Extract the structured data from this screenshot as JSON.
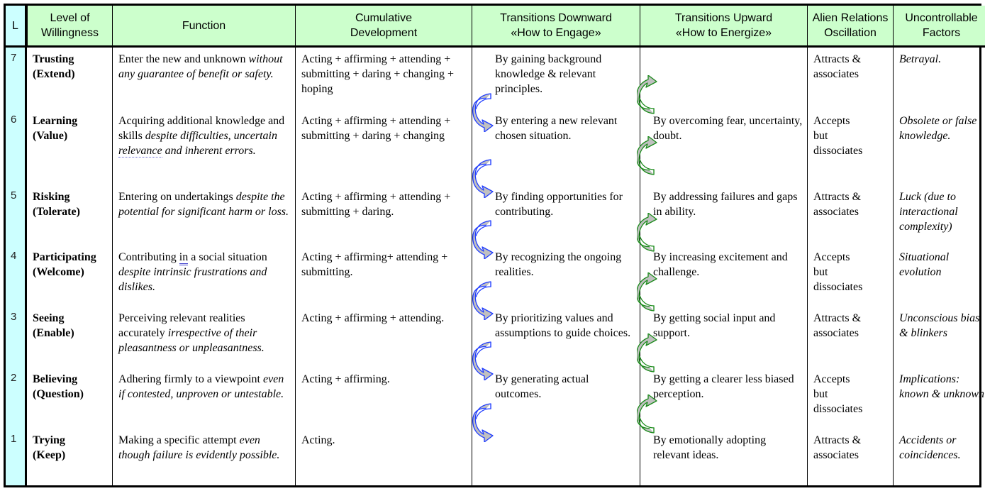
{
  "header": {
    "l": "L",
    "level_line1": "Level of",
    "level_line2": "Willingness",
    "function": "Function",
    "cumulative_line1": "Cumulative",
    "cumulative_line2": "Development",
    "down_line1": "Transitions Downward",
    "down_line2": "«How to Engage»",
    "up_line1": "Transitions Upward",
    "up_line2": "«How to Energize»",
    "alien_line1": "Alien Relations",
    "alien_line2": "Oscillation",
    "uncontrollable_line1": "Uncontrollable",
    "uncontrollable_line2": "Factors"
  },
  "rows": [
    {
      "num": "7",
      "level_line1": "Trusting",
      "level_line2": "(Extend)",
      "function_plain": "Enter the new and unknown",
      "function_italic": "without any guarantee of benefit or safety.",
      "cumulative": "Acting + affirming + attending + submitting + daring + changing + hoping",
      "down": "By gaining background knowledge & relevant principles.",
      "up": "",
      "alien": "Attracts & associates",
      "uncontrollable": "Betrayal."
    },
    {
      "num": "6",
      "level_line1": "Learning",
      "level_line2": "(Value)",
      "function_plain": "Acquiring additional knowledge and skills",
      "function_italic_a": "despite difficulties, uncertain",
      "function_italic_b": "relevance",
      "function_italic_c": "and inherent errors.",
      "cumulative": "Acting + affirming + attending + submitting + daring + changing",
      "down": "By entering a new relevant chosen situation.",
      "up": "By overcoming fear, uncertainty, doubt.",
      "alien": "Accepts but dissociates",
      "uncontrollable": "Obsolete or false knowledge."
    },
    {
      "num": "5",
      "level_line1": "Risking",
      "level_line2": "(Tolerate)",
      "function_plain": "Entering on undertakings",
      "function_italic": "despite the potential for significant harm or loss.",
      "cumulative": "Acting + affirming + attending + submitting + daring.",
      "down": "By finding opportunities for contributing.",
      "up": "By addressing failures and gaps in ability.",
      "alien": "Attracts & associates",
      "uncontrollable": "Luck (due to interactional complexity)"
    },
    {
      "num": "4",
      "level_line1": "Participating",
      "level_line2": "(Welcome)",
      "function_plain_a": "Contributing",
      "function_plain_b": "in",
      "function_plain_c": "a social situation",
      "function_italic": "despite intrinsic frustrations and dislikes.",
      "cumulative": "Acting + affirming+ attending + submitting.",
      "down": "By recognizing the ongoing realities.",
      "up": "By increasing excitement and challenge.",
      "alien": "Accepts but dissociates",
      "uncontrollable": "Situational evolution"
    },
    {
      "num": "3",
      "level_line1": "Seeing",
      "level_line2": "(Enable)",
      "function_plain": "Perceiving relevant realities accurately",
      "function_italic": "irrespective of their pleasantness or unpleasantness.",
      "cumulative": "Acting + affirming + attending.",
      "down": "By prioritizing values and assumptions to guide choices.",
      "up": "By getting social input and support.",
      "alien": "Attracts & associates",
      "uncontrollable": "Unconscious bias & blinkers"
    },
    {
      "num": "2",
      "level_line1": "Believing",
      "level_line2": "(Question)",
      "function_plain": "Adhering firmly to a viewpoint",
      "function_italic": "even if contested, unproven or untestable.",
      "cumulative": "Acting + affirming.",
      "down": "By generating actual outcomes.",
      "up": "By getting a clearer less biased perception.",
      "alien": "Accepts but dissociates",
      "uncontrollable": "Implications: known & unknown"
    },
    {
      "num": "1",
      "level_line1": "Trying",
      "level_line2": "(Keep)",
      "function_plain": "Making a specific attempt",
      "function_italic": "even though failure is evidently possible.",
      "cumulative": "Acting.",
      "down": "",
      "up": "By emotionally adopting relevant ideas.",
      "alien": "Attracts & associates",
      "uncontrollable": "Accidents or coincidences."
    }
  ],
  "colors": {
    "header_bg": "#ccffcc",
    "l_column_bg": "#ccffff",
    "down_arrow_stroke": "#1f3cff",
    "up_arrow_stroke": "#1a8a1a",
    "arrow_fill": "#c0c0c0"
  },
  "icons": {
    "down_arrow": "curved-arrow-down-icon",
    "up_arrow": "curved-arrow-up-icon"
  }
}
